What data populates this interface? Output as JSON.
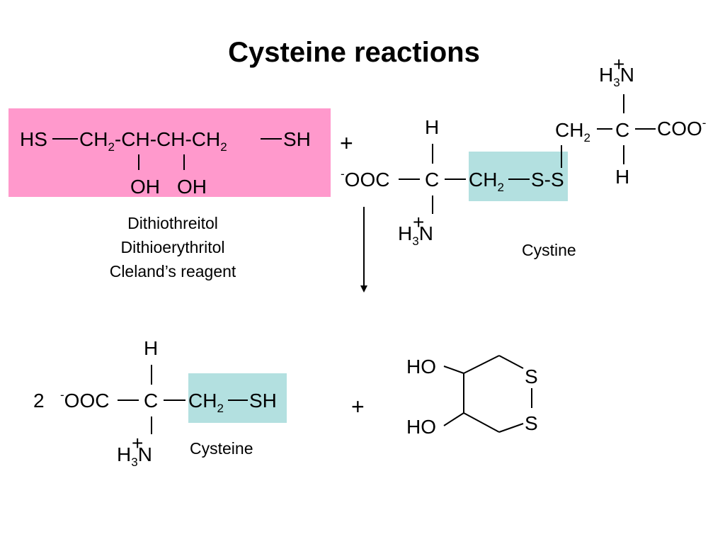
{
  "title": "Cysteine reactions",
  "colors": {
    "pink_highlight": "#ff99cc",
    "blue_highlight": "#b3e0e0",
    "ink": "#000000"
  },
  "dtt": {
    "hs": "HS",
    "ch2a": "CH",
    "ch2a_sub": "2",
    "chain": "-CH-CH-CH",
    "ch2b_sub": "2",
    "sh": "SH",
    "oh1": "OH",
    "oh2": "OH",
    "names": [
      "Dithiothreitol",
      "Dithioerythritol",
      "Cleland’s reagent"
    ]
  },
  "plus_top": "+",
  "cystine": {
    "h_top": "H",
    "minus": "-",
    "ooc": "OOC",
    "c": "C",
    "ch2": "CH",
    "ch2_sub": "2",
    "ss": "S-S",
    "h3n_h": "H",
    "h3n_sub": "3",
    "h3n_n": "N",
    "h3n_plus": "+",
    "r_h3n_h": "H",
    "r_h3n_sub": "3",
    "r_h3n_n": "N",
    "r_h3n_plus": "+",
    "r_ch2": "CH",
    "r_ch2_sub": "2",
    "r_c": "C",
    "r_coo": "COO",
    "r_minus": "-",
    "r_h": "H",
    "label": "Cystine"
  },
  "cysteine": {
    "coef": "2",
    "minus": "-",
    "ooc": "OOC",
    "c": "C",
    "h_top": "H",
    "ch2": "CH",
    "ch2_sub": "2",
    "sh": "SH",
    "h3n_h": "H",
    "h3n_sub": "3",
    "h3n_n": "N",
    "h3n_plus": "+",
    "label": "Cysteine"
  },
  "plus_bottom": "+",
  "dithiane": {
    "ho1": "HO",
    "ho2": "HO",
    "s1": "S",
    "s2": "S"
  }
}
